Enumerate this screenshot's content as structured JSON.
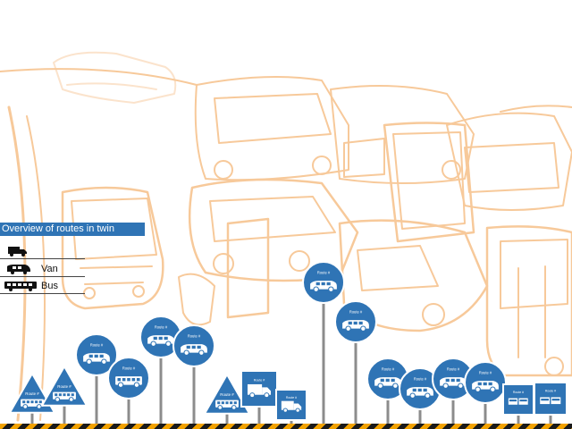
{
  "title": "Overview of routes in twin",
  "legend": [
    {
      "icon": "truck-icon",
      "label": ""
    },
    {
      "icon": "van-icon",
      "label": "Van"
    },
    {
      "icon": "bus-icon",
      "label": "Bus"
    }
  ],
  "sign_caption": "Route #",
  "colors": {
    "sign_blue": "#2f74b5",
    "sketch_orange": "#f7c99a",
    "pole_gray": "#8c8c8c",
    "ground_yellow": "#f2a200",
    "ground_black": "#1a1a1a"
  },
  "signs": [
    {
      "shape": "triangle",
      "vehicle": "bus"
    },
    {
      "shape": "triangle",
      "vehicle": "bus"
    },
    {
      "shape": "circle",
      "vehicle": "van"
    },
    {
      "shape": "circle",
      "vehicle": "bus"
    },
    {
      "shape": "circle",
      "vehicle": "van"
    },
    {
      "shape": "circle",
      "vehicle": "van"
    },
    {
      "shape": "triangle",
      "vehicle": "bus"
    },
    {
      "shape": "square",
      "vehicle": "truck"
    },
    {
      "shape": "square",
      "vehicle": "truck"
    },
    {
      "shape": "circle",
      "vehicle": "van"
    },
    {
      "shape": "circle",
      "vehicle": "van"
    },
    {
      "shape": "circle",
      "vehicle": "van"
    },
    {
      "shape": "circle",
      "vehicle": "van"
    },
    {
      "shape": "circle",
      "vehicle": "van"
    },
    {
      "shape": "circle",
      "vehicle": "van"
    },
    {
      "shape": "square",
      "vehicle": "bus-pair"
    },
    {
      "shape": "square",
      "vehicle": "bus-pair"
    }
  ]
}
